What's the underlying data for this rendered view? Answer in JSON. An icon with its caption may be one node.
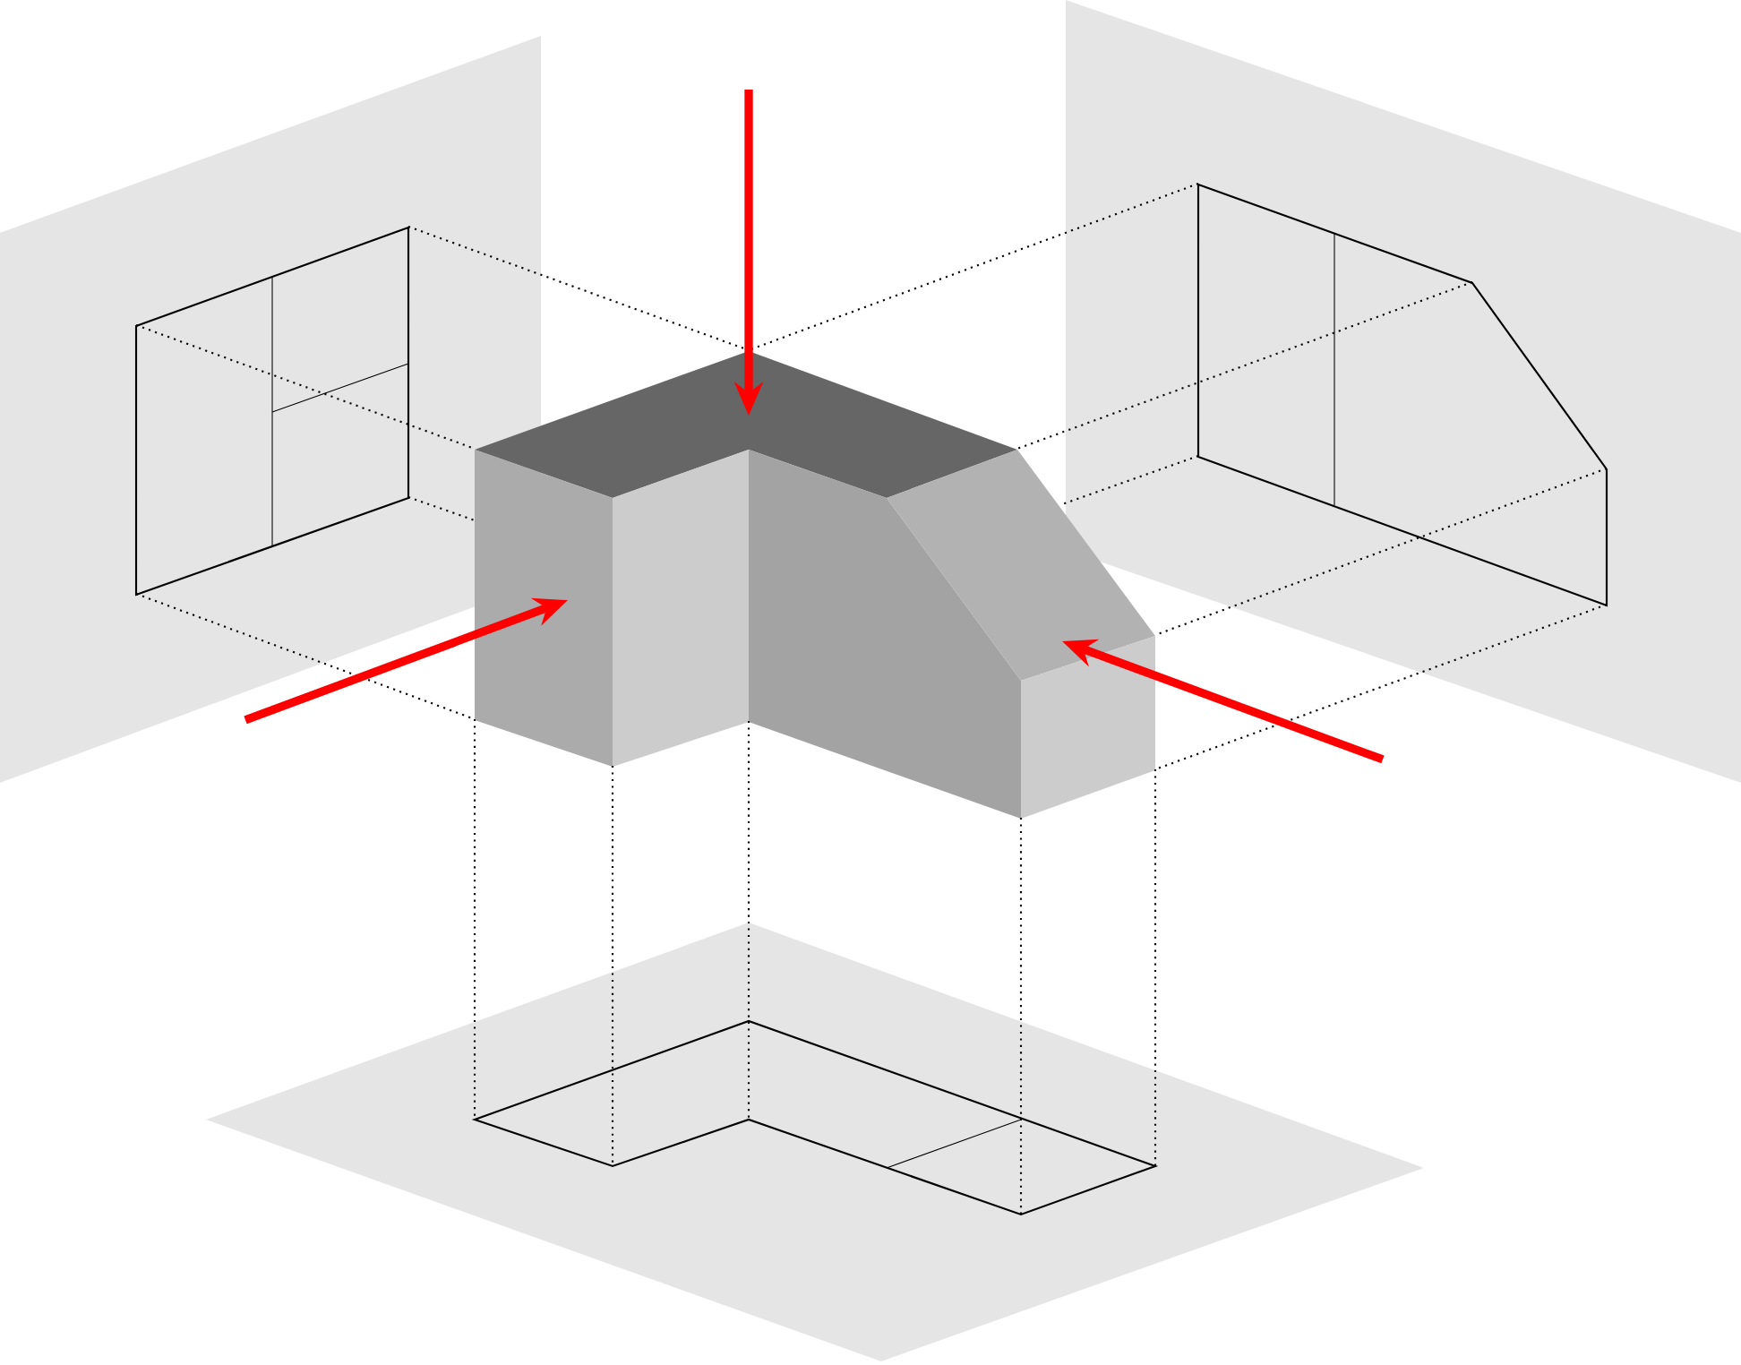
{
  "diagram": {
    "nodes": [
      {
        "text": [],
        "shape": "picture"
      },
      {
        "text": [],
        "shape": "picture"
      },
      {
        "text": [],
        "shape": "picture"
      },
      {
        "text": [],
        "shape": "picture"
      }
    ],
    "edges": [
      {
        "from": 0,
        "to": 2,
        "arrow": "none",
        "style": "dashed"
      },
      {
        "from": 0,
        "to": 2,
        "arrow": "none",
        "style": "dashed"
      },
      {
        "from": 0,
        "to": 2,
        "arrow": "none",
        "style": "dashed"
      },
      {
        "from": 0,
        "to": 2,
        "arrow": "none",
        "style": "dashed"
      },
      {
        "from": 1,
        "to": 2,
        "arrow": "none",
        "style": "dashed"
      },
      {
        "from": 1,
        "to": 2,
        "arrow": "none",
        "style": "dashed"
      },
      {
        "from": 1,
        "to": 2,
        "arrow": "none",
        "style": "dashed"
      },
      {
        "from": 1,
        "to": 2,
        "arrow": "none",
        "style": "dashed"
      },
      {
        "from": 1,
        "to": 2,
        "arrow": "none",
        "style": "dashed"
      },
      {
        "from": 2,
        "to": 3,
        "arrow": "none",
        "style": "dashed"
      },
      {
        "from": 2,
        "to": 3,
        "arrow": "none",
        "style": "dashed"
      },
      {
        "from": 2,
        "to": 3,
        "arrow": "none",
        "style": "dashed"
      },
      {
        "from": 2,
        "to": 3,
        "arrow": "none",
        "style": "dashed"
      },
      {
        "from": 2,
        "to": 3,
        "arrow": "none",
        "style": "dashed"
      }
    ]
  }
}
